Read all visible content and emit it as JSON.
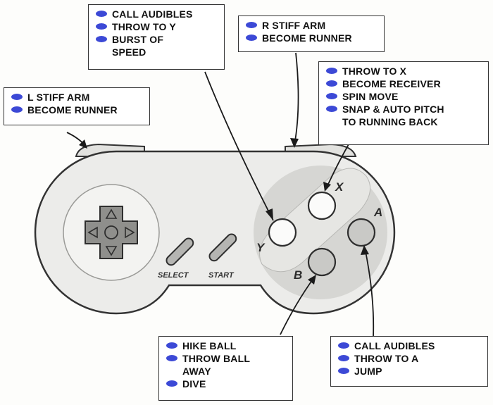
{
  "callouts": {
    "y_button": [
      "CALL AUDIBLES",
      "THROW TO Y",
      "BURST OF\nSPEED"
    ],
    "r_shoulder": [
      "R STIFF ARM",
      "BECOME RUNNER"
    ],
    "x_button": [
      "THROW TO X",
      "BECOME RECEIVER",
      "SPIN MOVE",
      "SNAP & AUTO  PITCH\nTO RUNNING BACK"
    ],
    "l_shoulder": [
      "L STIFF ARM",
      "BECOME RUNNER"
    ],
    "b_button": [
      "HIKE BALL",
      "THROW BALL\nAWAY",
      "DIVE"
    ],
    "a_button": [
      "CALL AUDIBLES",
      "THROW TO A",
      "JUMP"
    ]
  },
  "controller": {
    "select_label": "SELECT",
    "start_label": "START",
    "button_x": "X",
    "button_y": "Y",
    "button_a": "A",
    "button_b": "B"
  },
  "colors": {
    "bullet": "#3c49d6",
    "body": "#ececea",
    "button_disc": "#d6d6d3",
    "dpad": "#8f8f8c"
  }
}
